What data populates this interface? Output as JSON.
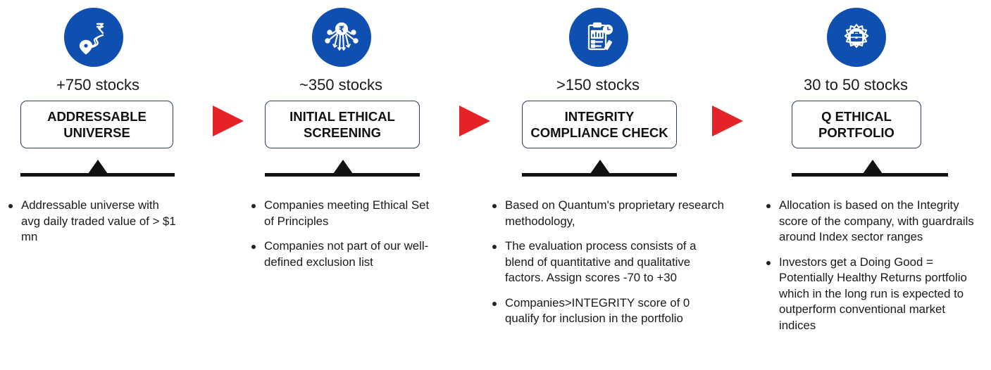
{
  "stages": [
    {
      "count": "+750 stocks",
      "title": "ADDRESSABLE\nUNIVERSE",
      "icon": "route-rupee-icon",
      "bullets": [
        "Addressable universe with avg daily traded value of > $1 mn"
      ]
    },
    {
      "count": "~350 stocks",
      "title": "INITIAL ETHICAL\nSCREENING",
      "icon": "rupee-filter-icon",
      "bullets": [
        "Companies meeting Ethical Set of Principles",
        "Companies not part of our well-defined exclusion list"
      ]
    },
    {
      "count": ">150 stocks",
      "title": "INTEGRITY\nCOMPLIANCE CHECK",
      "icon": "clipboard-chart-icon",
      "bullets": [
        "Based on Quantum's proprietary research methodology,",
        "The evaluation process consists of a blend of quantitative and qualitative factors. Assign scores -70 to +30",
        "Companies>INTEGRITY score of 0 qualify for inclusion in the portfolio"
      ]
    },
    {
      "count": "30 to 50 stocks",
      "title": "Q ETHICAL\nPORTFOLIO",
      "icon": "briefcase-gear-icon",
      "bullets": [
        "Allocation is based on the Integrity score of the company, with guardrails around Index sector ranges",
        "Investors get a Doing Good = Potentially Healthy Returns portfolio which in the long run is expected to outperform conventional market indices"
      ]
    }
  ],
  "colors": {
    "icon_bg": "#0f4fb0",
    "arrow": "#e52228",
    "box_border": "#2b3f63"
  }
}
